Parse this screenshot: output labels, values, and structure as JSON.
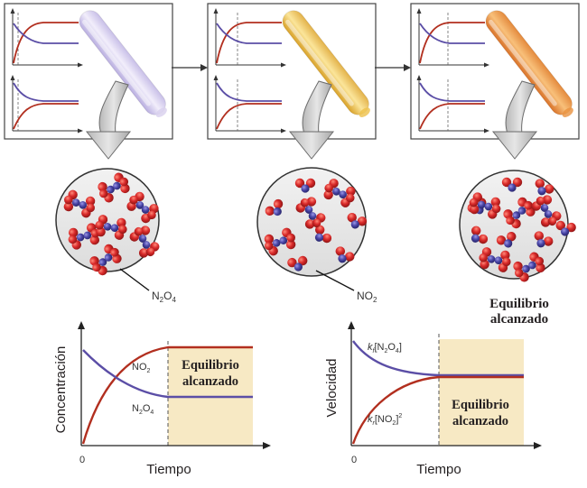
{
  "colors": {
    "concentration_curve": "#5b4ea6",
    "rate_curve": "#b22f1f",
    "equilibrium_fill": "#f7e9c4",
    "molecule_red": "#d92a2a",
    "molecule_blue": "#4b47a8",
    "tube_1": "#d8d0ee",
    "tube_2": "#edc04a",
    "tube_3": "#e9913e"
  },
  "icons": {
    "tube": "test-tube-icon",
    "arrow": "funnel-arrow-icon",
    "flask": "magnified-circle-icon"
  },
  "stages": [
    {
      "name": "initial",
      "circle_label": "N2O4",
      "circle_label_sub": "2",
      "circle_label_sub2": "4"
    },
    {
      "name": "progress",
      "circle_label": "NO2",
      "circle_label_sub": "2"
    },
    {
      "name": "equilibrium",
      "circle_caption": "Equilibrio alcanzado",
      "caption_line1": "Equilibrio",
      "caption_line2": "alcanzado"
    }
  ],
  "concentration_chart": {
    "ylabel": "Concentración",
    "xlabel": "Tiempo",
    "origin_label": "0",
    "series_no2": {
      "base": "NO",
      "sub": "2"
    },
    "series_n2o4": {
      "base": "N",
      "sub1": "2",
      "mid": "O",
      "sub2": "4"
    },
    "equilibrium_line1": "Equilibrio",
    "equilibrium_line2": "alcanzado"
  },
  "rate_chart": {
    "ylabel": "Velocidad",
    "xlabel": "Tiempo",
    "origin_label": "0",
    "forward": {
      "k": "k",
      "ksub": "f",
      "expr": "[N",
      "sub1": "2",
      "mid": "O",
      "sub2": "4",
      "end": "]"
    },
    "reverse": {
      "k": "k",
      "ksub": "r",
      "expr": "[NO",
      "sub": "2",
      "end": "]",
      "sup": "2"
    },
    "equilibrium_line1": "Equilibrio",
    "equilibrium_line2": "alcanzado"
  }
}
